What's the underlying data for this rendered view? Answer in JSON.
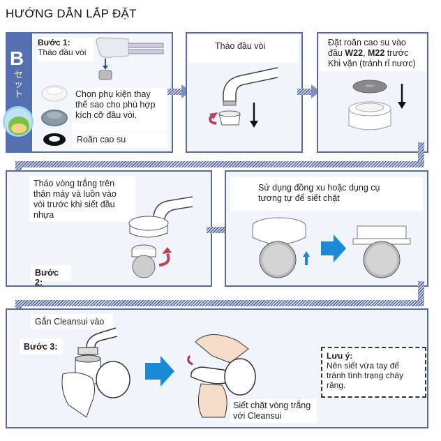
{
  "header": {
    "title": "HƯỚNG DẪN LẮP ĐẶT"
  },
  "side_tab": {
    "letter": "B",
    "subtitle": "セット"
  },
  "step1": {
    "heading": "Bước 1:",
    "instruction": "Tháo đầu vòi",
    "accessory_text_lines": [
      "Chọn phụ kiện thay",
      "thế sao cho phù hợp",
      "kích cỡ đầu vòi."
    ],
    "gasket_label": "Roăn cao su"
  },
  "panel_remove": {
    "caption": "Tháo đầu vòi"
  },
  "panel_gasket": {
    "lines": [
      {
        "parts": [
          {
            "text": "Đặt roăn cao su vào",
            "bold": false
          }
        ]
      },
      {
        "parts": [
          {
            "text": "đầu ",
            "bold": false
          },
          {
            "text": "W22",
            "bold": true
          },
          {
            "text": ", ",
            "bold": false
          },
          {
            "text": "M22",
            "bold": true
          },
          {
            "text": " trước",
            "bold": false
          }
        ]
      },
      {
        "parts": [
          {
            "text": "Khi vặn (tránh rỉ nươc)",
            "bold": false
          }
        ]
      }
    ]
  },
  "step2": {
    "heading": "Bước 2:",
    "instruction_lines": [
      "Tháo vòng trắng trên",
      "thân máy và luồn vào",
      "vòi trước khi siết đầu",
      "nhựa"
    ]
  },
  "panel_tighten": {
    "lines": [
      "Sử dụng đồng xu hoặc dụng cụ",
      "tương tự để siết chặt"
    ]
  },
  "step3": {
    "heading": "Bước 3:",
    "instruction": "Gắn Cleansui vào",
    "tighten_lines": [
      "Siết chặt vòng trắng",
      "với Cleansui"
    ]
  },
  "note": {
    "title": "Lưu ý:",
    "lines": [
      "Nên siết vừa tay để",
      "tránh tình trạng cháy",
      "răng."
    ]
  },
  "colors": {
    "panel_border": "#5a6a9a",
    "panel_bg": "#f1f5fb",
    "side_tab": "#5570b0",
    "blue_arrow": "#1a8ad4",
    "red_arrow": "#c0405a"
  }
}
